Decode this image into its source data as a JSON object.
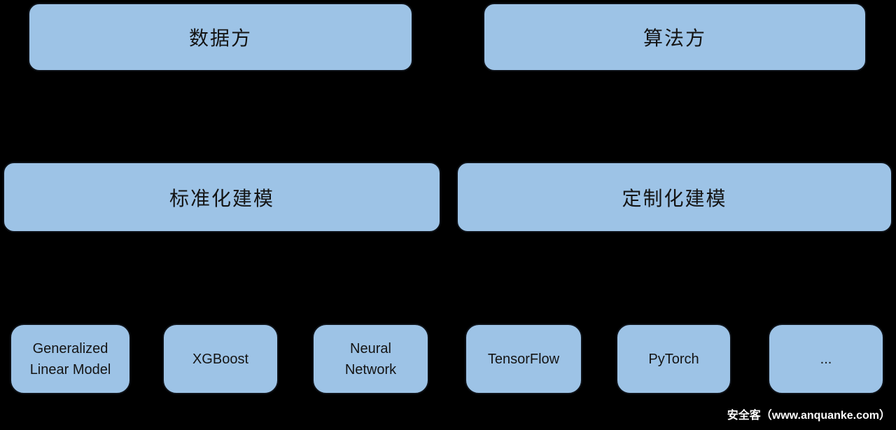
{
  "diagram": {
    "top_row": [
      {
        "label": "数据方"
      },
      {
        "label": "算法方"
      }
    ],
    "middle_row": [
      {
        "label": "标准化建模"
      },
      {
        "label": "定制化建模"
      }
    ],
    "bottom_row": [
      {
        "label": "Generalized Linear Model"
      },
      {
        "label": "XGBoost"
      },
      {
        "label": "Neural Network"
      },
      {
        "label": "TensorFlow"
      },
      {
        "label": "PyTorch"
      },
      {
        "label": "..."
      }
    ]
  },
  "watermark": {
    "text": "安全客（www.anquanke.com）"
  },
  "colors": {
    "background": "#000000",
    "node_fill": "#9DC3E6",
    "node_border": "#0d1117",
    "node_text": "#141414",
    "watermark_text": "#ffffff"
  }
}
